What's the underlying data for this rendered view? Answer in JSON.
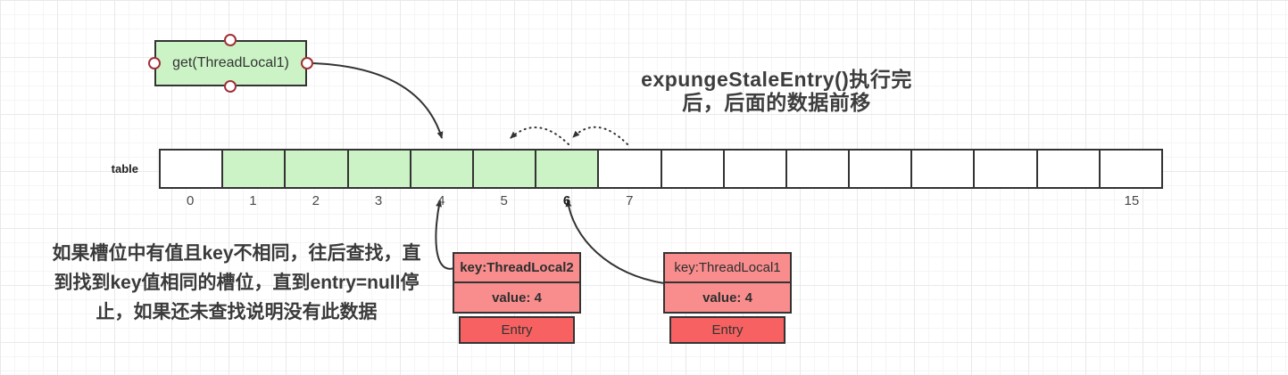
{
  "title": "expungeStaleEntry()执行完\n后，后面的数据前移",
  "note": "如果槽位中有值且key不相同，往后查找，直\n到找到key值相同的槽位，直到entry=null停\n止，如果还未查找说明没有此数据",
  "get_box": {
    "label": "get(ThreadLocal1)"
  },
  "table": {
    "label": "table",
    "slots": [
      {
        "index": "0",
        "filled": false,
        "bold": false
      },
      {
        "index": "1",
        "filled": true,
        "bold": false
      },
      {
        "index": "2",
        "filled": true,
        "bold": false
      },
      {
        "index": "3",
        "filled": true,
        "bold": false
      },
      {
        "index": "4",
        "filled": true,
        "bold": false
      },
      {
        "index": "5",
        "filled": true,
        "bold": false
      },
      {
        "index": "6",
        "filled": true,
        "bold": true
      },
      {
        "index": "7",
        "filled": false,
        "bold": false
      },
      {
        "index": "",
        "filled": false,
        "bold": false
      },
      {
        "index": "",
        "filled": false,
        "bold": false
      },
      {
        "index": "",
        "filled": false,
        "bold": false
      },
      {
        "index": "",
        "filled": false,
        "bold": false
      },
      {
        "index": "",
        "filled": false,
        "bold": false
      },
      {
        "index": "",
        "filled": false,
        "bold": false
      },
      {
        "index": "",
        "filled": false,
        "bold": false
      },
      {
        "index": "15",
        "filled": false,
        "bold": false
      }
    ]
  },
  "entries": [
    {
      "key": "key:ThreadLocal2",
      "key_style": "bold",
      "value": "value: 4",
      "tag": "Entry"
    },
    {
      "key": "key:ThreadLocal1",
      "key_style": "normal",
      "value": "value: 4",
      "tag": "Entry"
    }
  ],
  "colors": {
    "green_fill": "#cbf3c5",
    "red_fill": "#f98d8d",
    "red_dark": "#f76161",
    "shape_border": "#333333",
    "dot_border": "#a03038",
    "arrow": "#333333",
    "grid_minor": "#f5f5f7",
    "grid_major": "#e9e9ed"
  }
}
